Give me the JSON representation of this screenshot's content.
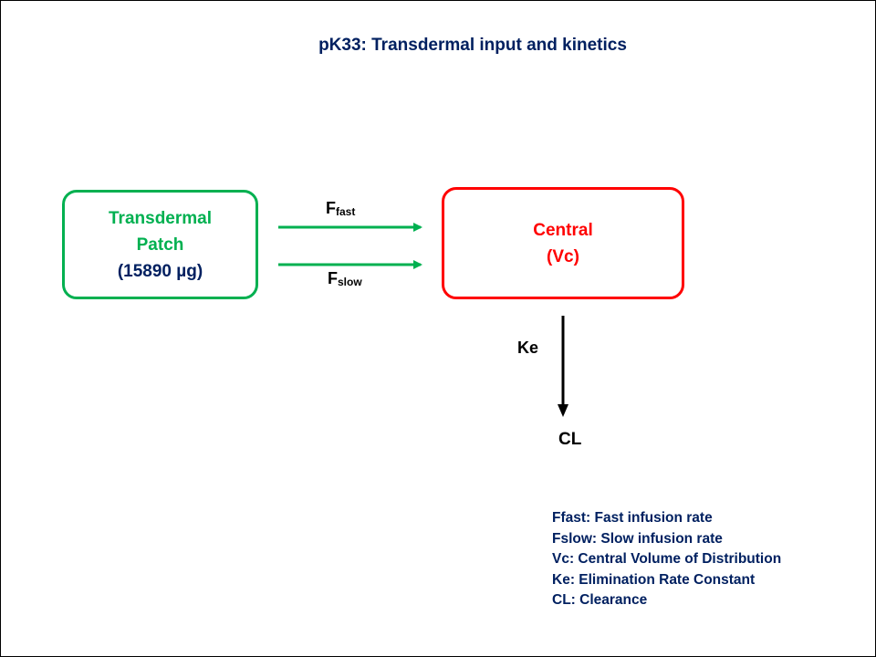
{
  "title": "pK33: Transdermal input and kinetics",
  "patch": {
    "line1": "Transdermal",
    "line2": "Patch",
    "dose": "(15890 µg)"
  },
  "central": {
    "line1": "Central",
    "line2": "(Vc)"
  },
  "arrows": {
    "fast": {
      "main": "F",
      "sub": "fast"
    },
    "slow": {
      "main": "F",
      "sub": "slow"
    },
    "ke": "Ke",
    "cl": "CL"
  },
  "legend": [
    "Ffast: Fast infusion rate",
    "Fslow: Slow infusion rate",
    "Vc: Central Volume of Distribution",
    "Ke: Elimination Rate Constant",
    "CL: Clearance"
  ],
  "colors": {
    "patch": "#00b050",
    "central": "#ff0000",
    "text": "#002060",
    "arrow_input": "#00b050",
    "arrow_elim": "#000000"
  }
}
